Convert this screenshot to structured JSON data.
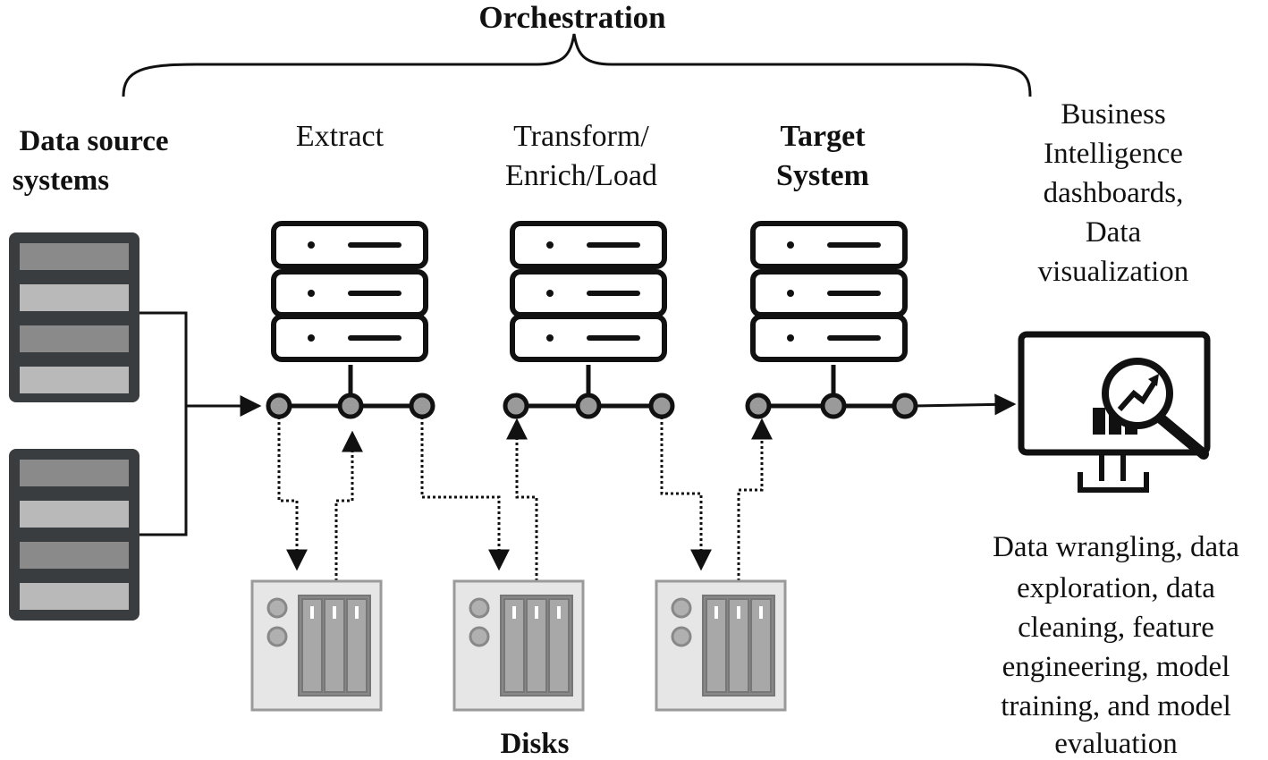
{
  "title": "Orchestration",
  "labels": {
    "sources_line1": "Data source",
    "sources_line2": "systems",
    "extract": "Extract",
    "transform_line1": "Transform/",
    "transform_line2": "Enrich/Load",
    "target_line1": "Target",
    "target_line2": "System",
    "bi_line1": "Business",
    "bi_line2": "Intelligence",
    "bi_line3": "dashboards,",
    "bi_line4": "Data",
    "bi_line5": "visualization",
    "ds_line1": "Data wrangling, data",
    "ds_line2": "exploration, data",
    "ds_line3": "cleaning, feature",
    "ds_line4": "engineering, model",
    "ds_line5": "training, and model",
    "ds_line6": "evaluation",
    "disks": "Disks"
  },
  "icons": {
    "source": "database-icon",
    "server": "server-rack-icon",
    "disk": "disk-array-icon",
    "monitor": "analytics-monitor-icon"
  },
  "colors": {
    "stroke": "#111111",
    "node_fill": "#9a9a9a",
    "source_frame": "#3a3d40",
    "disk_fill": "#e6e6e6"
  }
}
